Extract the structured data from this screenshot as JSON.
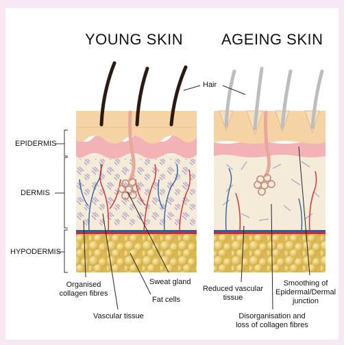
{
  "titles": {
    "young": "YOUNG SKIN",
    "ageing": "AGEING SKIN"
  },
  "layers": {
    "epidermis": "EPIDERMIS",
    "dermis": "DERMIS",
    "hypodermis": "HYPODERMIS"
  },
  "labels": {
    "hair": "Hair",
    "organised_1": "Organised",
    "organised_2": "collagen fibres",
    "sweat_gland": "Sweat gland",
    "fat_cells": "Fat cells",
    "vascular_tissue": "Vascular tissue",
    "reduced_1": "Reduced vascular",
    "reduced_2": "tissue",
    "smoothing_1": "Smoothing of",
    "smoothing_2": "Epidermal/Dermal",
    "smoothing_3": "junction",
    "disorg_1": "Disorganisation and",
    "disorg_2": "loss of collagen fibres"
  },
  "colors": {
    "background": "#f7e9f3",
    "epidermis": "#f6d3a4",
    "dermal_papillae": "#f3b3b6",
    "dermis": "#f4ecd8",
    "fat": "#e6c86a",
    "artery": "#d8262c",
    "vein": "#2b5fa6",
    "collagen": "#b9a6cc",
    "hair_young": "#2a1a10",
    "hair_ageing": "#bdbdbd"
  }
}
